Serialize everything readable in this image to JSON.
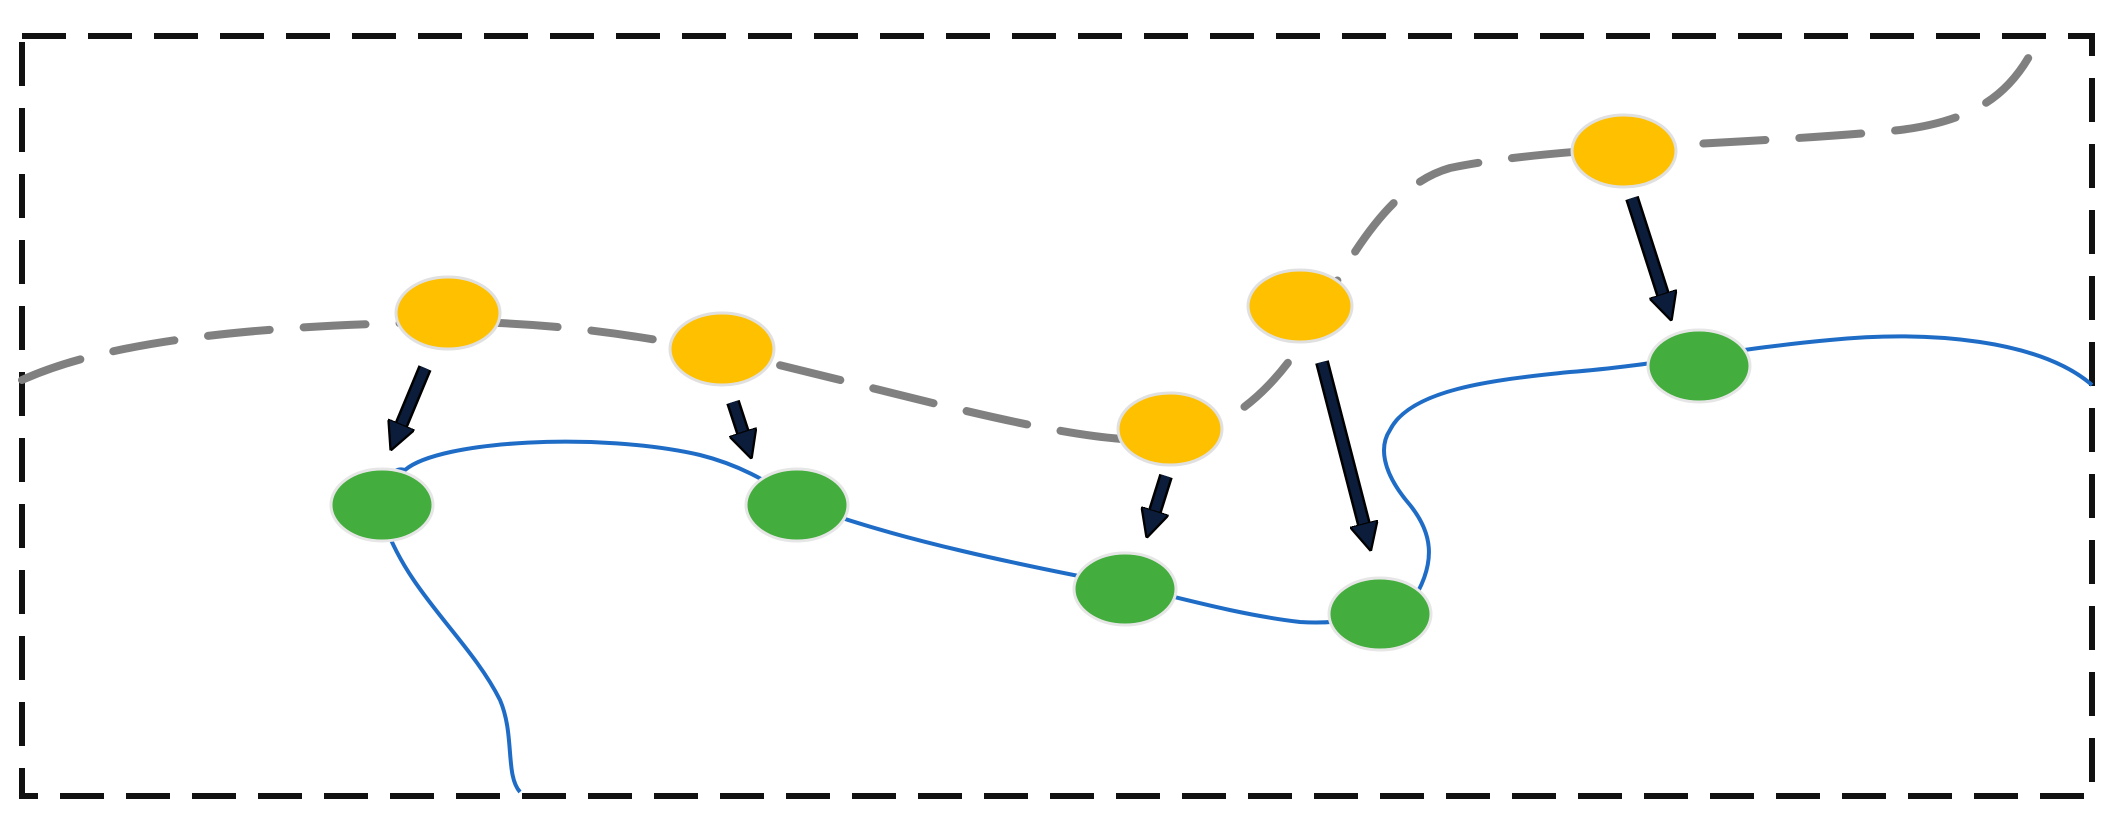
{
  "colors": {
    "background": "#ffffff",
    "frame": "#111111",
    "source_curve": "#808080",
    "target_curve": "#1f6cc7",
    "source_point": "#ffc000",
    "source_point_edge": "#e0e0e0",
    "target_point": "#43ad3d",
    "target_point_edge": "#e6e6e6",
    "arrow": "#0b1d3a",
    "arrow_edge": "#000000"
  },
  "frame": {
    "style": "dashed"
  },
  "curves": [
    {
      "id": "source-curve",
      "style": "dashed"
    },
    {
      "id": "target-curve",
      "style": "solid"
    }
  ],
  "source_points": [
    {
      "id": "source-point-1"
    },
    {
      "id": "source-point-2"
    },
    {
      "id": "source-point-3"
    },
    {
      "id": "source-point-4"
    },
    {
      "id": "source-point-5"
    }
  ],
  "target_points": [
    {
      "id": "target-point-1"
    },
    {
      "id": "target-point-2"
    },
    {
      "id": "target-point-3"
    },
    {
      "id": "target-point-4"
    },
    {
      "id": "target-point-5"
    },
    {
      "id": "target-point-6"
    }
  ],
  "arrows": [
    {
      "id": "arrow-1",
      "from": "source-point-1",
      "to": "target-point-1"
    },
    {
      "id": "arrow-2",
      "from": "source-point-2",
      "to": "target-point-2"
    },
    {
      "id": "arrow-3",
      "from": "source-point-3",
      "to": "target-point-3"
    },
    {
      "id": "arrow-4",
      "from": "source-point-4",
      "to": "target-point-4"
    },
    {
      "id": "arrow-5",
      "from": "source-point-5",
      "to": "target-point-6"
    }
  ]
}
